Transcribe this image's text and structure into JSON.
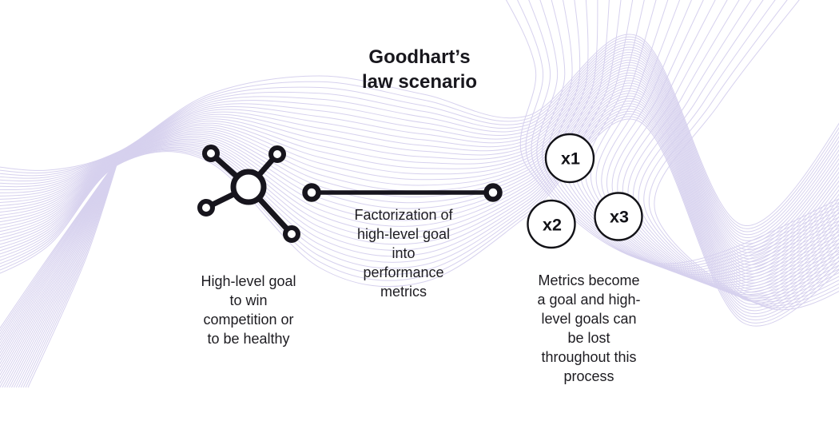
{
  "title": {
    "text": "Goodhart’s\nlaw scenario"
  },
  "colors": {
    "wave": "#cdc6ea",
    "ink": "#17151d",
    "circle": "#121217",
    "text": "#1d1c21"
  },
  "goal": {
    "icon": "network-hub-icon",
    "caption": "High-level goal\nto win\ncompetition or\nto be healthy"
  },
  "factorization": {
    "icon": "edge-line-icon",
    "caption": "Factorization of\nhigh-level goal\ninto\nperformance\nmetrics"
  },
  "metrics": {
    "caption": "Metrics become\na goal and high-\nlevel goals can\nbe lost\nthroughout this\nprocess",
    "items": [
      {
        "label": "x1"
      },
      {
        "label": "x2"
      },
      {
        "label": "x3"
      }
    ]
  }
}
